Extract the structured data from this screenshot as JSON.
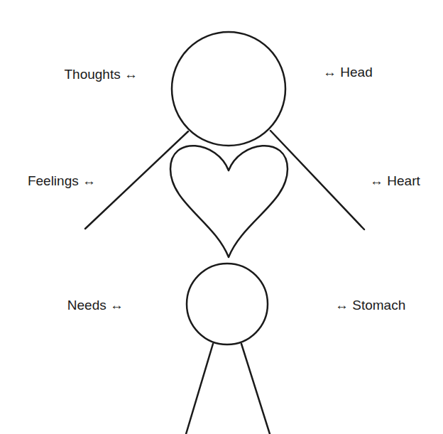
{
  "diagram": {
    "labels": [
      "Thoughts ↔",
      "↔ Head",
      "Feelings ↔",
      "↔ Heart",
      "Needs ↔",
      "↔ Stomach"
    ]
  }
}
